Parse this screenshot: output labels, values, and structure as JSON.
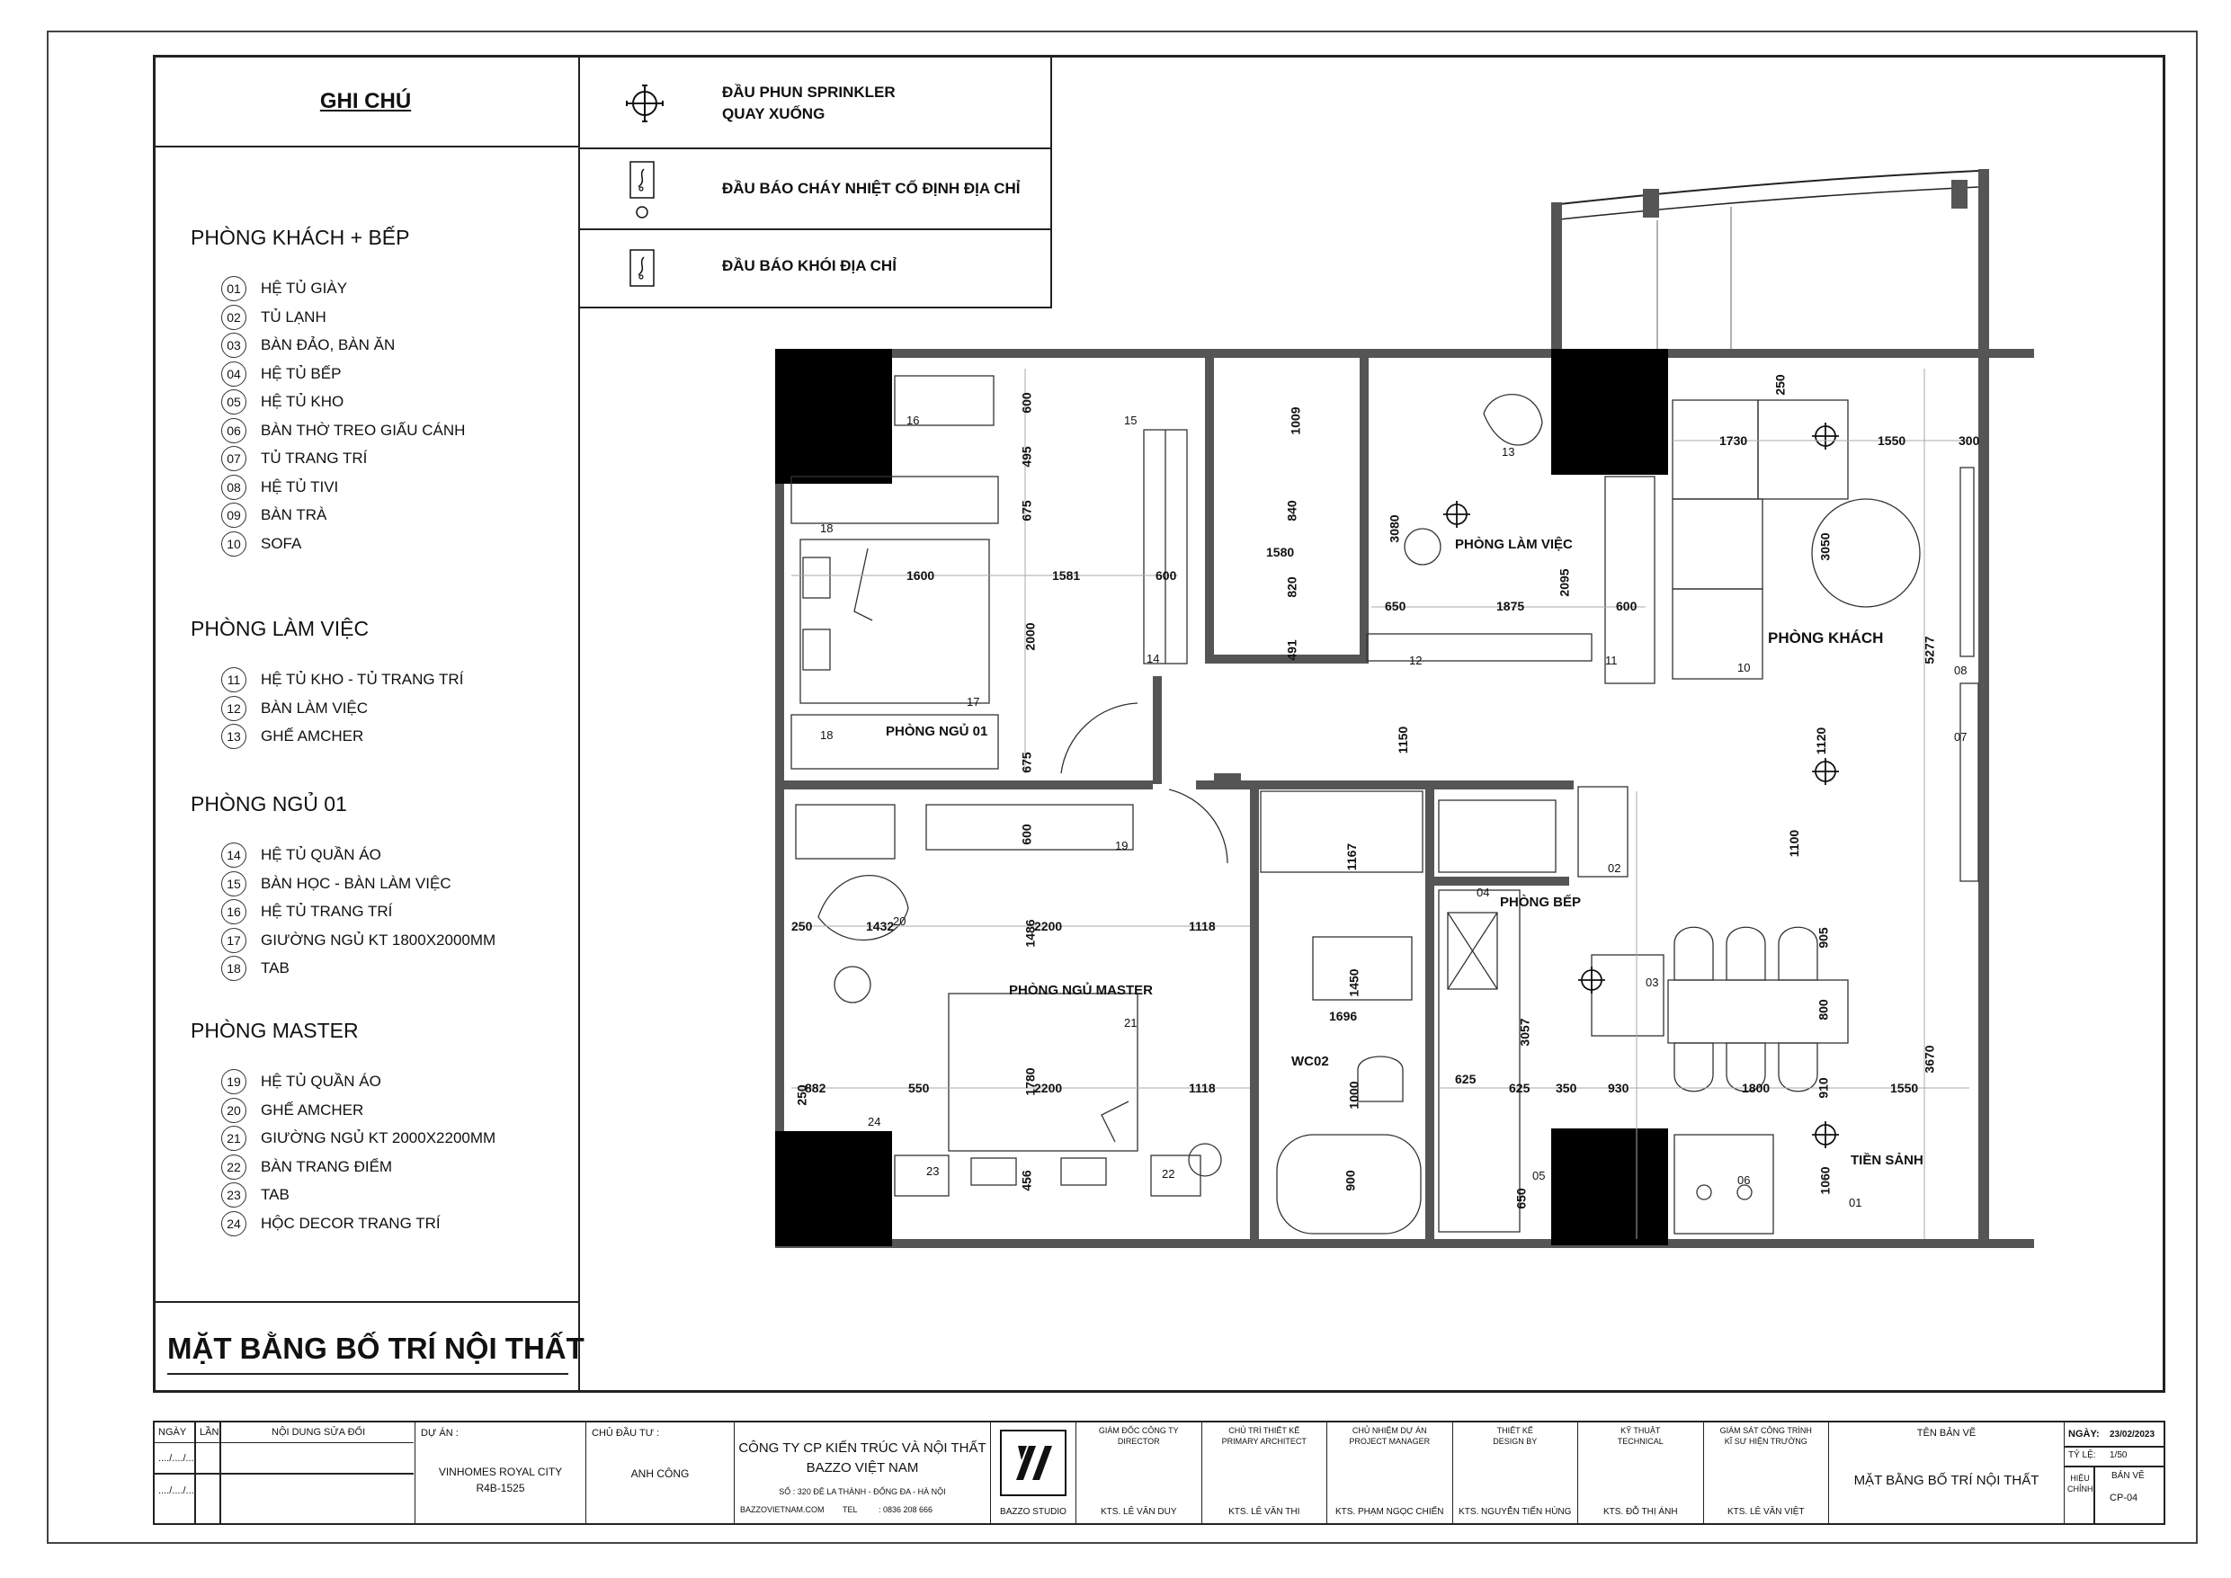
{
  "notes": {
    "header": "GHI CHÚ",
    "sections": [
      {
        "title": "PHÒNG KHÁCH + BẾP",
        "items": [
          {
            "num": "01",
            "label": "HỆ TỦ GIÀY"
          },
          {
            "num": "02",
            "label": "TỦ LẠNH"
          },
          {
            "num": "03",
            "label": "BÀN ĐẢO, BÀN ĂN"
          },
          {
            "num": "04",
            "label": "HỆ TỦ BẾP"
          },
          {
            "num": "05",
            "label": "HỆ TỦ KHO"
          },
          {
            "num": "06",
            "label": "BÀN THỜ TREO GIẤU CÁNH"
          },
          {
            "num": "07",
            "label": "TỦ TRANG TRÍ"
          },
          {
            "num": "08",
            "label": "HỆ TỦ TIVI"
          },
          {
            "num": "09",
            "label": "BÀN TRÀ"
          },
          {
            "num": "10",
            "label": "SOFA"
          }
        ]
      },
      {
        "title": "PHÒNG LÀM VIỆC",
        "items": [
          {
            "num": "11",
            "label": "HỆ TỦ KHO - TỦ TRANG TRÍ"
          },
          {
            "num": "12",
            "label": "BÀN LÀM VIỆC"
          },
          {
            "num": "13",
            "label": "GHẾ AMCHER"
          }
        ]
      },
      {
        "title": "PHÒNG NGỦ 01",
        "items": [
          {
            "num": "14",
            "label": "HỆ TỦ QUẦN ÁO"
          },
          {
            "num": "15",
            "label": "BÀN HỌC - BÀN LÀM VIỆC"
          },
          {
            "num": "16",
            "label": "HỆ TỦ TRANG TRÍ"
          },
          {
            "num": "17",
            "label": "GIƯỜNG NGỦ KT 1800X2000MM"
          },
          {
            "num": "18",
            "label": "TAB"
          }
        ]
      },
      {
        "title": "PHÒNG MASTER",
        "items": [
          {
            "num": "19",
            "label": "HỆ TỦ QUẦN ÁO"
          },
          {
            "num": "20",
            "label": "GHẾ AMCHER"
          },
          {
            "num": "21",
            "label": "GIƯỜNG NGỦ KT 2000X2200MM"
          },
          {
            "num": "22",
            "label": "BÀN TRANG ĐIỂM"
          },
          {
            "num": "23",
            "label": "TAB"
          },
          {
            "num": "24",
            "label": "HỘC DECOR TRANG TRÍ"
          }
        ]
      }
    ],
    "drawing_title": "MẶT BẰNG BỐ TRÍ NỘI THẤT"
  },
  "legend": [
    {
      "icon": "sprinkler-icon",
      "line1": "ĐẦU PHUN SPRINKLER",
      "line2": "QUAY XUỐNG"
    },
    {
      "icon": "heat-detector-icon",
      "line1": "ĐẦU BÁO CHÁY NHIỆT CỐ ĐỊNH ĐỊA CHỈ",
      "line2": ""
    },
    {
      "icon": "smoke-detector-icon",
      "line1": "ĐẦU BÁO KHÓI ĐỊA CHỈ",
      "line2": ""
    }
  ],
  "plan": {
    "rooms": {
      "bed1": "PHÒNG NGỦ 01",
      "work": "PHÒNG LÀM VIỆC",
      "living": "PHÒNG KHÁCH",
      "kitchen": "PHÒNG BẾP",
      "master": "PHÒNG NGỦ MASTER",
      "wc": "WC02",
      "entry": "TIỀN SẢNH"
    },
    "dims": {
      "d600a": "600",
      "d495": "495",
      "d675a": "675",
      "d1581": "1581",
      "d600b": "600",
      "d1600": "1600",
      "d2000": "2000",
      "d675b": "675",
      "d1009": "1009",
      "d840": "840",
      "d1580": "1580",
      "d820": "820",
      "d491": "491",
      "d3080": "3080",
      "d2095": "2095",
      "d650a": "650",
      "d1875": "1875",
      "d600c": "600",
      "d250a": "250",
      "d1730": "1730",
      "d1550a": "1550",
      "d300": "300",
      "d3050": "3050",
      "d5277": "5277",
      "d1150": "1150",
      "d1120": "1120",
      "d1100": "1100",
      "d600d": "600",
      "d1167": "1167",
      "d250b": "250",
      "d1432": "1432",
      "d1486": "1486",
      "d2200a": "2200",
      "d1118a": "1118",
      "d1450": "1450",
      "d1696": "1696",
      "d3057": "3057",
      "d905": "905",
      "d800": "800",
      "d882": "882",
      "d550": "550",
      "d1780": "1780",
      "d2200b": "2200",
      "d1118b": "1118",
      "d250c": "250",
      "d1000": "1000",
      "d625a": "625",
      "d625b": "625",
      "d350": "350",
      "d930": "930",
      "d1800": "1800",
      "d910": "910",
      "d1550b": "1550",
      "d3670": "3670",
      "d456": "456",
      "d900": "900",
      "d650b": "650",
      "d1060": "1060"
    },
    "tags": {
      "t16": "16",
      "t15": "15",
      "t18a": "18",
      "t17": "17",
      "t18b": "18",
      "t14": "14",
      "t13": "13",
      "t12": "12",
      "t11": "11",
      "t10": "10",
      "t08": "08",
      "t07": "07",
      "t19": "19",
      "t20": "20",
      "t02": "02",
      "t04": "04",
      "t03": "03",
      "t21": "21",
      "t24": "24",
      "t23": "23",
      "t22": "22",
      "t05": "05",
      "t06": "06",
      "t01": "01"
    }
  },
  "title_block": {
    "rev_date_label": "NGÀY",
    "rev_no_label": "LẦN",
    "rev_content_label": "NỘI DUNG SỬA ĐỔI",
    "rev_date_1": "..../..../...",
    "rev_date_2": "..../..../...",
    "project_label": "DỰ ÁN :",
    "project_name": "VINHOMES ROYAL CITY",
    "project_code": "R4B-1525",
    "owner_label": "CHỦ ĐẦU TƯ :",
    "owner_name": "ANH CÔNG",
    "company_line1": "CÔNG TY CP KIẾN TRÚC VÀ NỘI THẤT",
    "company_line2": "BAZZO VIỆT NAM",
    "company_address": "SỐ : 320 ĐÊ LA THÀNH - ĐỐNG ĐA - HÀ NỘI",
    "company_web": "BAZZOVIETNAM.COM",
    "company_tel_label": "TEL",
    "company_tel": ": 0836 208 666",
    "logo_text": "BAZZO STUDIO",
    "roles": [
      {
        "vn": "GIÁM ĐỐC CÔNG TY",
        "en": "DIRECTOR",
        "name": "KTS. LÊ VĂN DUY"
      },
      {
        "vn": "CHỦ TRÌ THIẾT KẾ",
        "en": "PRIMARY ARCHITECT",
        "name": "KTS. LÊ VĂN THI"
      },
      {
        "vn": "CHỦ NHIỆM DỰ ÁN",
        "en": "PROJECT MANAGER",
        "name": "KTS. PHẠM NGỌC CHIẾN"
      },
      {
        "vn": "THIẾT KẾ",
        "en": "DESIGN BY",
        "name": "KTS. NGUYỄN TIẾN HÙNG"
      },
      {
        "vn": "KỸ THUẬT",
        "en": "TECHNICAL",
        "name": "KTS. ĐỖ THỊ ÁNH"
      },
      {
        "vn": "GIÁM SÁT CÔNG TRÌNH",
        "en": "KĨ SƯ HIỆN TRƯỜNG",
        "name": "KTS. LÊ VĂN VIỆT"
      }
    ],
    "sheet_name_label": "TÊN BẢN VẼ",
    "sheet_name": "MẶT BẰNG BỐ TRÍ NỘI THẤT",
    "date_label": "NGÀY:",
    "date_value": "23/02/2023",
    "scale_label": "TỶ LỆ:",
    "scale_value": "1/50",
    "rev_label": "HIỆU CHỈNH",
    "sheet_no_label": "BẢN VẼ",
    "sheet_no": "CP-04"
  }
}
